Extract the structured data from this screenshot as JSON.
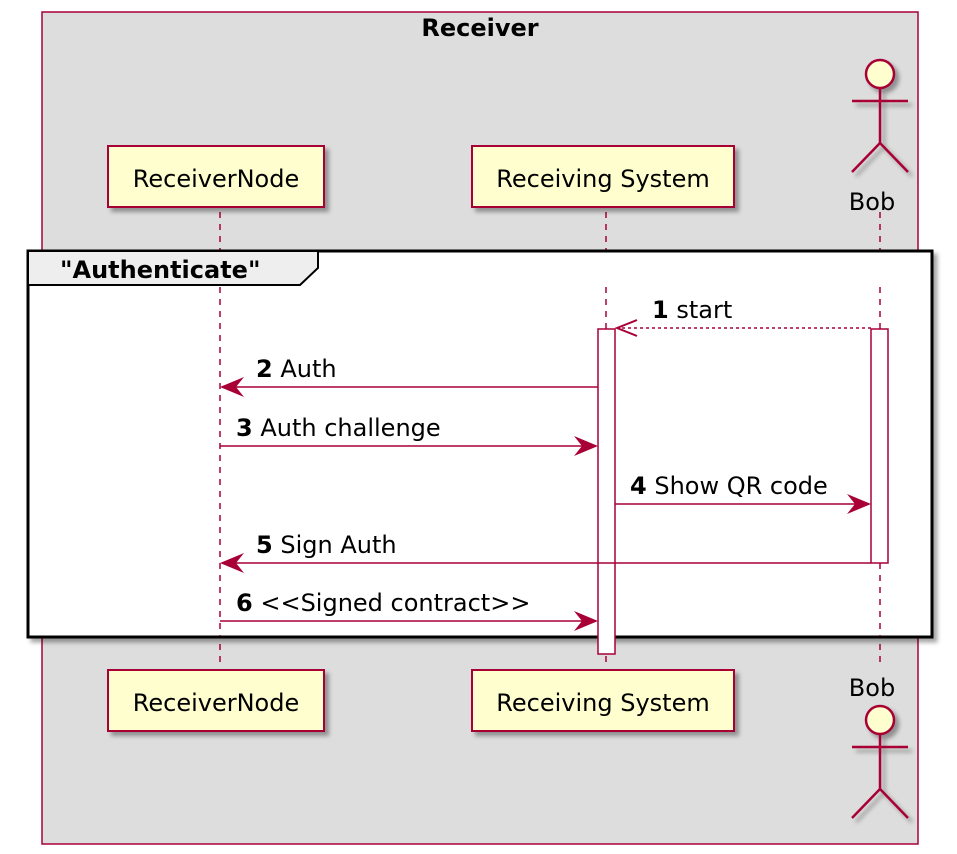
{
  "colors": {
    "box_fill": "#dddddd",
    "border": "#a80036",
    "participant_fill": "#fefece",
    "frame_border": "#000000",
    "activation_fill": "#ffffff"
  },
  "box": {
    "title": "Receiver"
  },
  "frame": {
    "title": "\"Authenticate\""
  },
  "participants": [
    {
      "id": "receivernode",
      "name": "ReceiverNode",
      "kind": "participant"
    },
    {
      "id": "receiving-system",
      "name": "Receiving System",
      "kind": "participant"
    },
    {
      "id": "bob",
      "name": "Bob",
      "kind": "actor"
    }
  ],
  "messages": [
    {
      "num": "1",
      "text": "start",
      "from": "bob",
      "to": "receiving-system",
      "style": "dashed"
    },
    {
      "num": "2",
      "text": "Auth",
      "from": "receiving-system",
      "to": "receivernode",
      "style": "solid"
    },
    {
      "num": "3",
      "text": "Auth challenge",
      "from": "receivernode",
      "to": "receiving-system",
      "style": "solid"
    },
    {
      "num": "4",
      "text": "Show QR code",
      "from": "receiving-system",
      "to": "bob",
      "style": "solid"
    },
    {
      "num": "5",
      "text": "Sign Auth",
      "from": "bob",
      "to": "receivernode",
      "style": "solid"
    },
    {
      "num": "6",
      "text": "<<Signed contract>>",
      "from": "receivernode",
      "to": "receiving-system",
      "style": "solid"
    }
  ]
}
